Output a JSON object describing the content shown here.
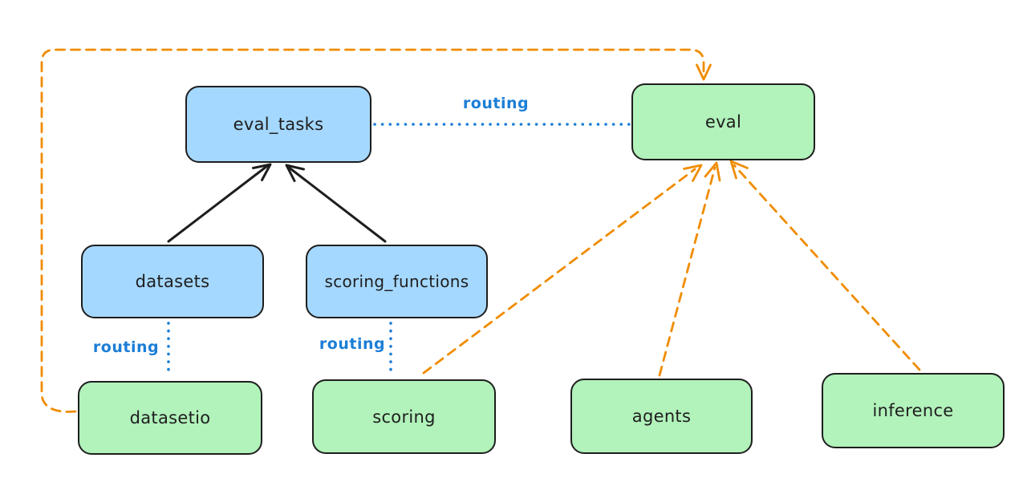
{
  "diagram": {
    "background_color": "#ffffff",
    "colors": {
      "api_node_fill": "#a5d8ff",
      "provider_node_fill": "#b2f2bb",
      "node_stroke": "#1e1e1e",
      "solid_arrow": "#1e1e1e",
      "routing_line_blue": "#1c7ed6",
      "dashed_arrow_orange": "#f08c00"
    },
    "nodes": {
      "eval_tasks": {
        "label": "eval_tasks",
        "color": "blue"
      },
      "eval": {
        "label": "eval",
        "color": "green"
      },
      "datasets": {
        "label": "datasets",
        "color": "blue"
      },
      "scoring_functions": {
        "label": "scoring_functions",
        "color": "blue"
      },
      "datasetio": {
        "label": "datasetio",
        "color": "green"
      },
      "scoring": {
        "label": "scoring",
        "color": "green"
      },
      "agents": {
        "label": "agents",
        "color": "green"
      },
      "inference": {
        "label": "inference",
        "color": "green"
      }
    },
    "edges": [
      {
        "from": "datasets",
        "to": "eval_tasks",
        "style": "solid-black-arrow",
        "label": ""
      },
      {
        "from": "scoring_functions",
        "to": "eval_tasks",
        "style": "solid-black-arrow",
        "label": ""
      },
      {
        "from": "eval_tasks",
        "to": "eval",
        "style": "dotted-blue-line",
        "label": "routing"
      },
      {
        "from": "datasets",
        "to": "datasetio",
        "style": "dotted-blue-line",
        "label": "routing"
      },
      {
        "from": "scoring_functions",
        "to": "scoring",
        "style": "dotted-blue-line",
        "label": "routing"
      },
      {
        "from": "datasetio",
        "to": "eval",
        "style": "dashed-orange-arrow",
        "label": ""
      },
      {
        "from": "scoring",
        "to": "eval",
        "style": "dashed-orange-arrow",
        "label": ""
      },
      {
        "from": "agents",
        "to": "eval",
        "style": "dashed-orange-arrow",
        "label": ""
      },
      {
        "from": "inference",
        "to": "eval",
        "style": "dashed-orange-arrow",
        "label": ""
      }
    ]
  }
}
